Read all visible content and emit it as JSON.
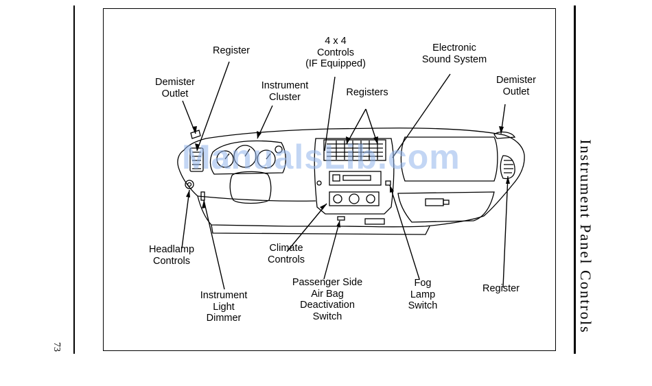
{
  "page": {
    "number": "73",
    "section_title": "Instrument Panel Controls",
    "watermark": "ManualsLib.com"
  },
  "diagram": {
    "labels": {
      "register_left": "Register",
      "four_by_four": "4 x 4\nControls\n(IF Equipped)",
      "electronic_sound": "Electronic\nSound System",
      "demister_left": "Demister\nOutlet",
      "instrument_cluster": "Instrument\nCluster",
      "registers_center": "Registers",
      "demister_right": "Demister\nOutlet",
      "headlamp": "Headlamp\nControls",
      "climate": "Climate\nControls",
      "instrument_light": "Instrument\nLight\nDimmer",
      "air_bag": "Passenger Side\nAir Bag\nDeactivation\nSwitch",
      "fog_lamp": "Fog\nLamp\nSwitch",
      "register_right": "Register"
    }
  }
}
